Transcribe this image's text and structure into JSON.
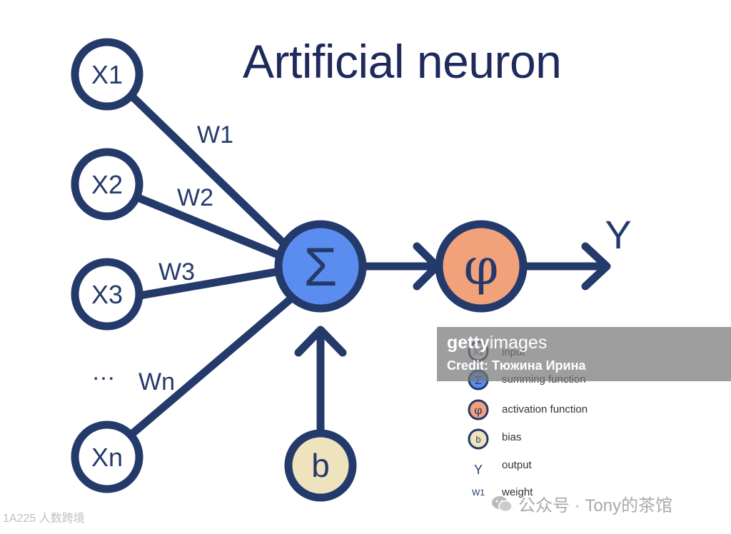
{
  "title": "Artificial neuron",
  "inputs": [
    {
      "label": "X1",
      "weight": "W1"
    },
    {
      "label": "X2",
      "weight": "W2"
    },
    {
      "label": "X3",
      "weight": "W3"
    },
    {
      "label": "Xn",
      "weight": "Wn"
    }
  ],
  "ellipsis": "…",
  "summation_symbol": "Σ",
  "activation_symbol": "φ",
  "bias_label": "b",
  "output_label": "Y",
  "legend": [
    {
      "symbol": "X1",
      "text": "input"
    },
    {
      "symbol": "Σ",
      "text": "summing function"
    },
    {
      "symbol": "φ",
      "text": "activation function"
    },
    {
      "symbol": "b",
      "text": "bias"
    },
    {
      "symbol": "Y",
      "text": "output"
    },
    {
      "symbol": "W1",
      "text": "weight"
    }
  ],
  "watermark": {
    "getty_brand": "getty",
    "getty_suffix": "images",
    "credit": "Credit: Тюжина Ирина",
    "left_mark": "1A225 人数跨境",
    "right_mark": "公众号 · Tony的茶馆"
  },
  "colors": {
    "line": "#233a6b",
    "sum_fill": "#5b8df0",
    "activation_fill": "#f2a27a",
    "bias_fill": "#efe3bd",
    "input_fill": "#ffffff",
    "title": "#1f2a5c"
  }
}
